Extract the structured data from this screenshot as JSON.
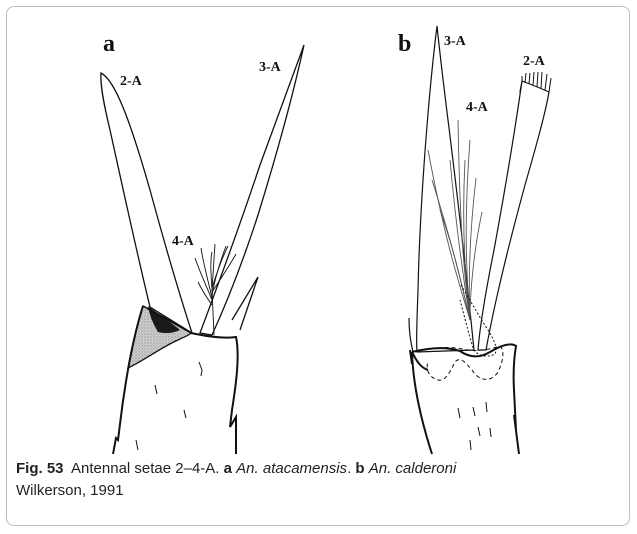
{
  "figure": {
    "panels": [
      {
        "letter": "a",
        "labels": {
          "seta_2": "2-A",
          "seta_3": "3-A",
          "seta_4": "4-A"
        }
      },
      {
        "letter": "b",
        "labels": {
          "seta_2": "2-A",
          "seta_3": "3-A",
          "seta_4": "4-A"
        }
      }
    ]
  },
  "caption": {
    "fig_number": "Fig. 53",
    "text": "Antennal setae 2–4-A.",
    "panel_a_letter": "a",
    "panel_a_species": "An. atacamensis",
    "panel_b_letter": "b",
    "panel_b_species": "An. calderoni",
    "authority": "Wilkerson, 1991"
  }
}
